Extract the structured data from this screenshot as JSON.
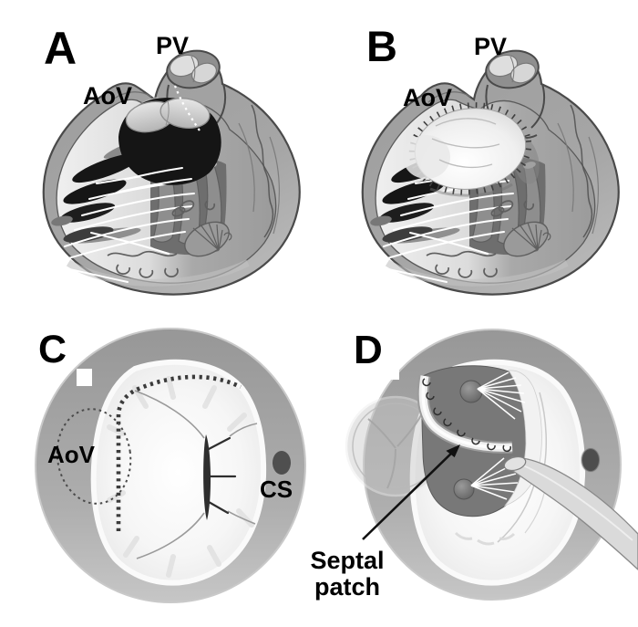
{
  "panels": {
    "a": {
      "letter": "A",
      "labels": {
        "pv": "PV",
        "aov": "AoV"
      }
    },
    "b": {
      "letter": "B",
      "labels": {
        "pv": "PV",
        "aov": "AoV"
      }
    },
    "c": {
      "letter": "C",
      "labels": {
        "aov": "AoV",
        "cs": "CS"
      }
    },
    "d": {
      "letter": "D",
      "labels": {
        "septal_patch_line1": "Septal",
        "septal_patch_line2": "patch"
      }
    }
  },
  "colors": {
    "background": "#ffffff",
    "heart_wall": "#a2a2a2",
    "outline": "#4a4a4a",
    "cavity_light": "#ececec",
    "defect_black": "#151515",
    "valve_cusp": "#d8d8d8",
    "disc_gray": "#a9a9a9",
    "valve_leaflet_white": "#f6f6f6",
    "suture_dark": "#3b3b3b",
    "coronary_sinus": "#4f4f4f",
    "chordae_white": "#ffffff",
    "label_text": "#000000"
  }
}
